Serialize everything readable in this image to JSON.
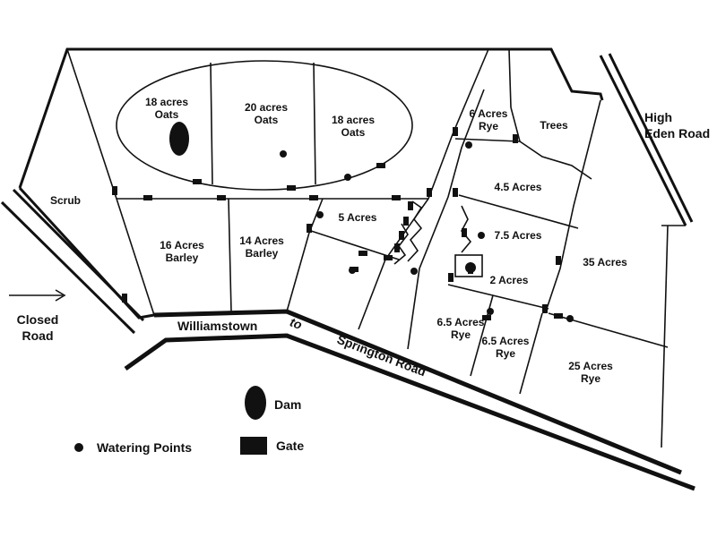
{
  "paddocks": {
    "oats_18_left": [
      "18 acres",
      "Oats"
    ],
    "oats_20": [
      "20 acres",
      "Oats"
    ],
    "oats_18_right": [
      "18 acres",
      "Oats"
    ],
    "scrub": "Scrub",
    "barley_16": [
      "16 Acres",
      "Barley"
    ],
    "barley_14": [
      "14 Acres",
      "Barley"
    ],
    "acres_5": "5 Acres",
    "rye_6": [
      "6 Acres",
      "Rye"
    ],
    "trees": "Trees",
    "acres_4_5": "4.5 Acres",
    "acres_7_5": "7.5 Acres",
    "acres_2": "2 Acres",
    "acres_35": "35 Acres",
    "rye_6_5_left": [
      "6.5 Acres",
      "Rye"
    ],
    "rye_6_5_right": [
      "6.5 Acres",
      "Rye"
    ],
    "rye_25": [
      "25 Acres",
      "Rye"
    ]
  },
  "roads": {
    "high_eden": [
      "High",
      "Eden Road"
    ],
    "closed": [
      "Closed",
      "Road"
    ],
    "williamstown": "Williamstown",
    "to": "to",
    "springton": "Springton Road"
  },
  "legend": {
    "dam": "Dam",
    "watering_points": "Watering Points",
    "gate": "Gate"
  },
  "colors": {
    "ink": "#111111",
    "background": "#ffffff"
  }
}
